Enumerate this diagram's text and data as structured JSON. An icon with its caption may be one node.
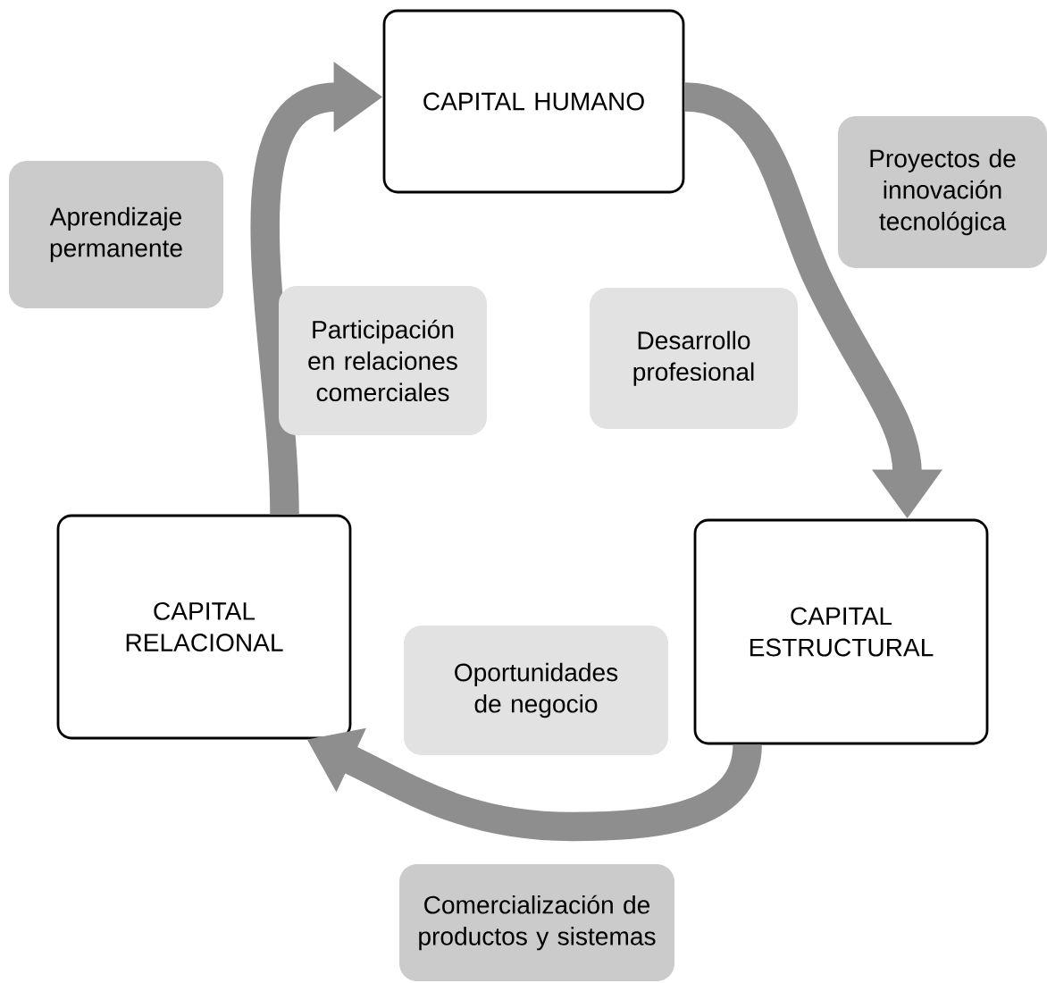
{
  "diagram": {
    "nodes": [
      {
        "text": [
          "CAPITAL HUMANO"
        ]
      },
      {
        "text": [
          "Proyectos de innovación tecnológica"
        ]
      },
      {
        "text": [
          "Aprendizaje permanente"
        ]
      },
      {
        "text": [
          "Participación en relaciones comerciales"
        ]
      },
      {
        "text": [
          "Desarrollo profesional"
        ]
      },
      {
        "text": [
          "CAPITAL RELACIONAL"
        ]
      },
      {
        "text": [
          "CAPITAL ESTRUCTURAL"
        ]
      },
      {
        "text": [
          "Oportunidades de negocio"
        ]
      },
      {
        "text": [
          "Comercialización de productos y sistemas"
        ]
      }
    ],
    "edges": [
      {
        "from": 0,
        "to": 6,
        "arrow": "to"
      },
      {
        "from": 6,
        "to": 5,
        "arrow": "to"
      },
      {
        "from": 5,
        "to": 0,
        "arrow": "to"
      }
    ]
  }
}
